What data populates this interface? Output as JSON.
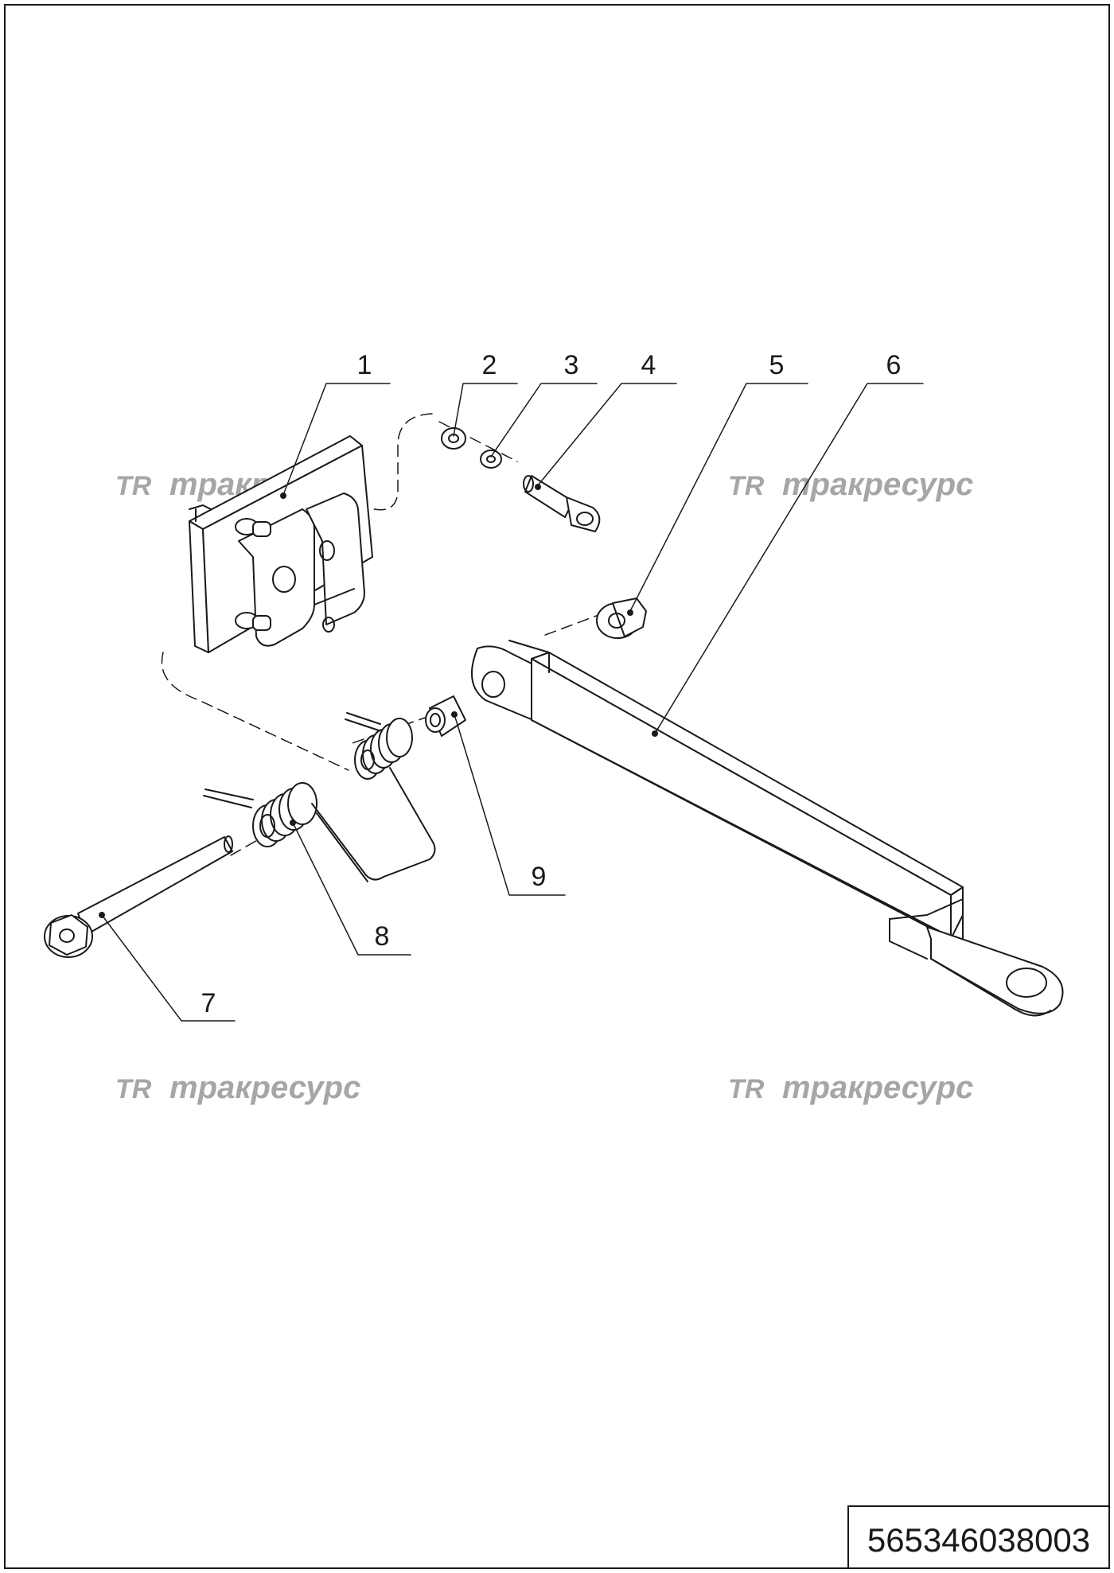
{
  "watermark": {
    "logo_letters": "TR",
    "text": "тракресурс"
  },
  "callouts": [
    "1",
    "2",
    "3",
    "4",
    "5",
    "6",
    "7",
    "8",
    "9"
  ],
  "document_number": "565346038003",
  "colors": {
    "ink": "#1a1a1a",
    "watermark": "#a6a6a6",
    "paper": "#ffffff"
  }
}
